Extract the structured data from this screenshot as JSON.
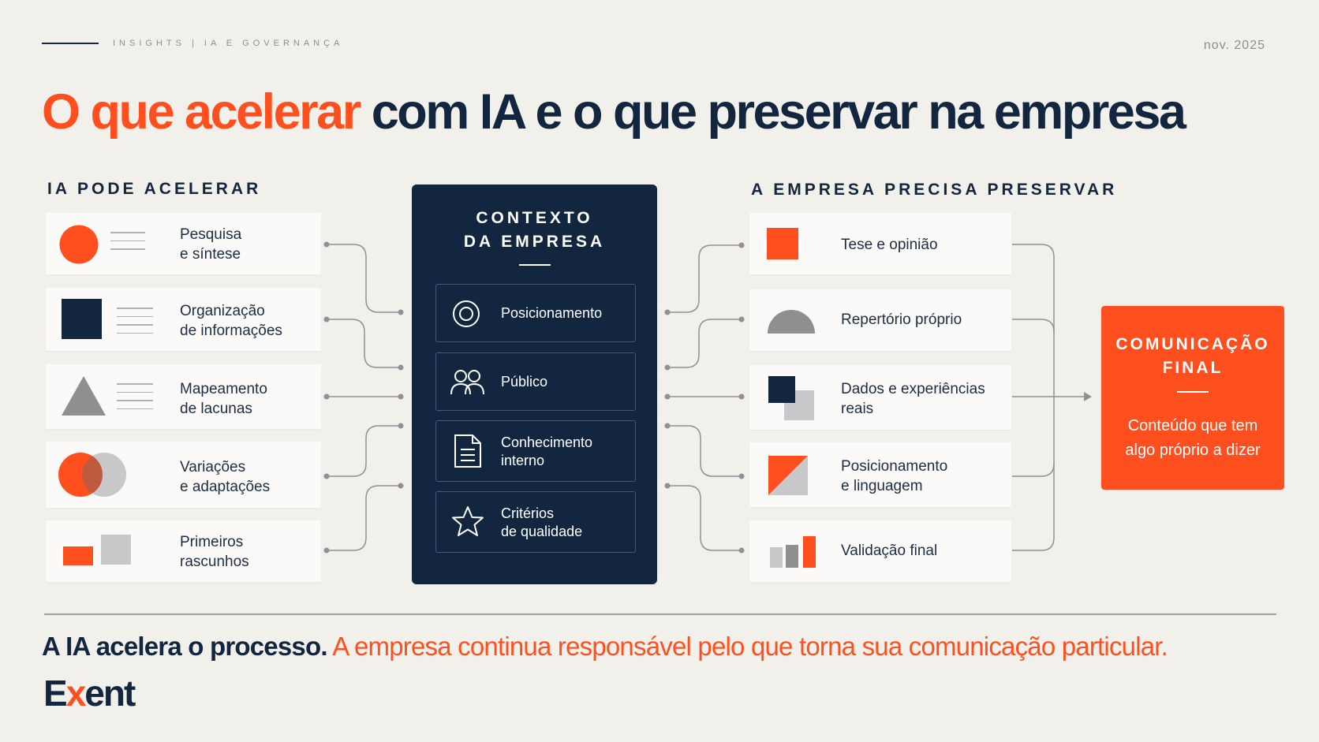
{
  "header": {
    "kicker": "INSIGHTS | IA E GOVERNANÇA",
    "date": "nov. 2025"
  },
  "title": {
    "highlight": "O que acelerar",
    "rest": " com IA e o que preservar na empresa"
  },
  "left": {
    "heading": "IA PODE ACELERAR",
    "items": [
      {
        "label": "Pesquisa\ne síntese",
        "icon": "orange-circle-icon"
      },
      {
        "label": "Organização\nde informações",
        "icon": "navy-square-icon"
      },
      {
        "label": "Mapeamento\nde lacunas",
        "icon": "gray-triangle-icon"
      },
      {
        "label": "Variações\ne adaptações",
        "icon": "overlapping-circles-icon"
      },
      {
        "label": "Primeiros\nrascunhos",
        "icon": "draft-rectangles-icon"
      }
    ]
  },
  "center": {
    "title": "CONTEXTO\nDA EMPRESA",
    "items": [
      {
        "label": "Posicionamento",
        "icon": "target-icon"
      },
      {
        "label": "Público",
        "icon": "people-icon"
      },
      {
        "label": "Conhecimento\ninterno",
        "icon": "document-icon"
      },
      {
        "label": "Critérios\nde qualidade",
        "icon": "star-icon"
      }
    ]
  },
  "right": {
    "heading": "A EMPRESA PRECISA PRESERVAR",
    "items": [
      {
        "label": "Tese e opinião",
        "icon": "orange-square-icon"
      },
      {
        "label": "Repertório próprio",
        "icon": "half-circle-icon"
      },
      {
        "label": "Dados e experiências\nreais",
        "icon": "stacked-squares-icon"
      },
      {
        "label": "Posicionamento\ne linguagem",
        "icon": "diagonal-square-icon"
      },
      {
        "label": "Validação final",
        "icon": "bar-chart-icon"
      }
    ]
  },
  "final": {
    "title": "COMUNICAÇÃO\nFINAL",
    "text": "Conteúdo que tem\nalgo próprio a dizer"
  },
  "footer": {
    "tagline_a": "A IA acelera o processo.",
    "tagline_b": " A empresa continua responsável pelo que torna sua comunicação particular.",
    "logo_e": "E",
    "logo_x": "x",
    "logo_rest": "ent"
  },
  "colors": {
    "accent": "#ff4f1f",
    "navy": "#13263f",
    "background": "#f2f0eb",
    "gray": "#8f8f92"
  }
}
